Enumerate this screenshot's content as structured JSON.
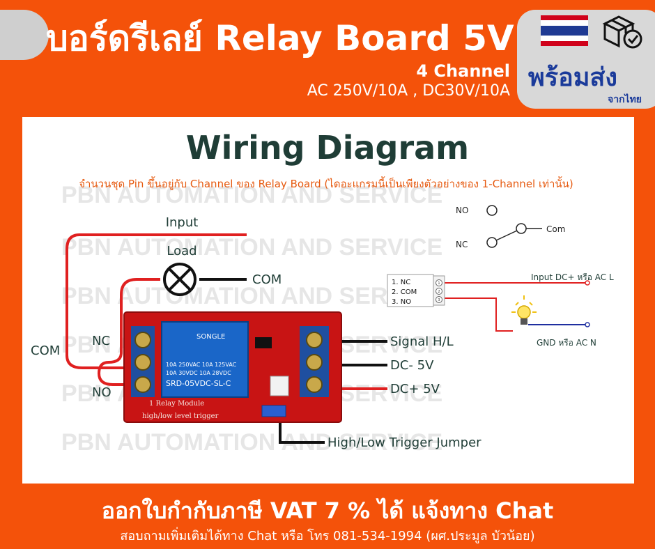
{
  "header": {
    "title": "บอร์ดรีเลย์ Relay Board 5V",
    "channel": "4 Channel",
    "rating": "AC 250V/10A , DC30V/10A"
  },
  "badge": {
    "main": "พร้อมส่ง",
    "sub": "จากไทย",
    "flag_icon": "thailand-flag-icon",
    "box_icon": "package-check-icon"
  },
  "diagram": {
    "heading": "Wiring Diagram",
    "note": "จำนวนชุด Pin ขึ้นอยู่กับ Channel ของ Relay Board (ไดอะแกรมนี้เป็นเพียงตัวอย่างของ 1-Channel เท่านั้น)",
    "watermark": "PBN AUTOMATION AND SERVICE",
    "labels": {
      "input": "Input",
      "load": "Load",
      "com_right": "COM",
      "com_left": "COM",
      "nc": "NC",
      "no": "NO",
      "signal": "Signal H/L",
      "dc_minus": "DC- 5V",
      "dc_plus": "DC+ 5V",
      "jumper": "High/Low Trigger Jumper"
    },
    "relay": {
      "brand": "SONGLE",
      "line1": "10A 250VAC  10A 125VAC",
      "line2": "10A  30VDC  10A 28VDC",
      "model": "SRD-05VDC-SL-C",
      "board_line1": "1 Relay  Module",
      "board_line2": "high/low level trigger"
    },
    "schematic": {
      "no": "NO",
      "com": "Com",
      "nc": "NC"
    },
    "terminal_block": {
      "rows": [
        "1. NC",
        "2. COM",
        "3. NO"
      ],
      "nums": [
        "1",
        "2",
        "3"
      ],
      "input_label": "Input DC+ หรือ AC L",
      "gnd_label": "GND หรือ AC N"
    }
  },
  "footer": {
    "vat": "ออกใบกำกับภาษี VAT 7 % ได้ แจ้งทาง Chat",
    "contact": "สอบถามเพิ่มเติมได้ทาง Chat หรือ โทร 081-534-1994 (ผศ.ประมูล บัวน้อย)"
  },
  "colors": {
    "brand_orange": "#f4520a",
    "badge_blue": "#1a3a9a",
    "heading_green": "#1f3d36",
    "wire_red": "#e02020",
    "board_red": "#c81414",
    "relay_blue": "#1a66c8",
    "terminal_blue": "#1f4fa0"
  }
}
